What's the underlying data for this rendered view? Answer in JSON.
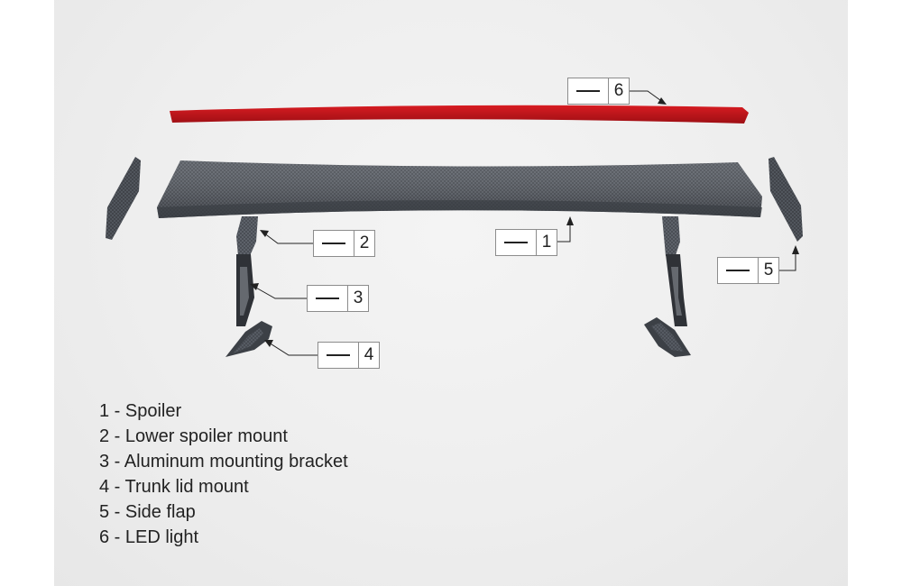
{
  "callouts": [
    {
      "number": "1",
      "label_dash": "—"
    },
    {
      "number": "2",
      "label_dash": "—"
    },
    {
      "number": "3",
      "label_dash": "—"
    },
    {
      "number": "4",
      "label_dash": "—"
    },
    {
      "number": "5",
      "label_dash": "—"
    },
    {
      "number": "6",
      "label_dash": "—"
    }
  ],
  "legend": [
    "1 - Spoiler",
    "2 - Lower spoiler mount",
    "3 - Aluminum mounting bracket",
    "4 - Trunk lid mount",
    "5 - Side flap",
    "6 - LED light"
  ],
  "colors": {
    "led_light": "#c4141b",
    "carbon": "#5a5f66",
    "carbon_dark": "#3c4046",
    "bracket": "#2f3237",
    "callout_border": "#8c8c8c",
    "text": "#222222"
  }
}
